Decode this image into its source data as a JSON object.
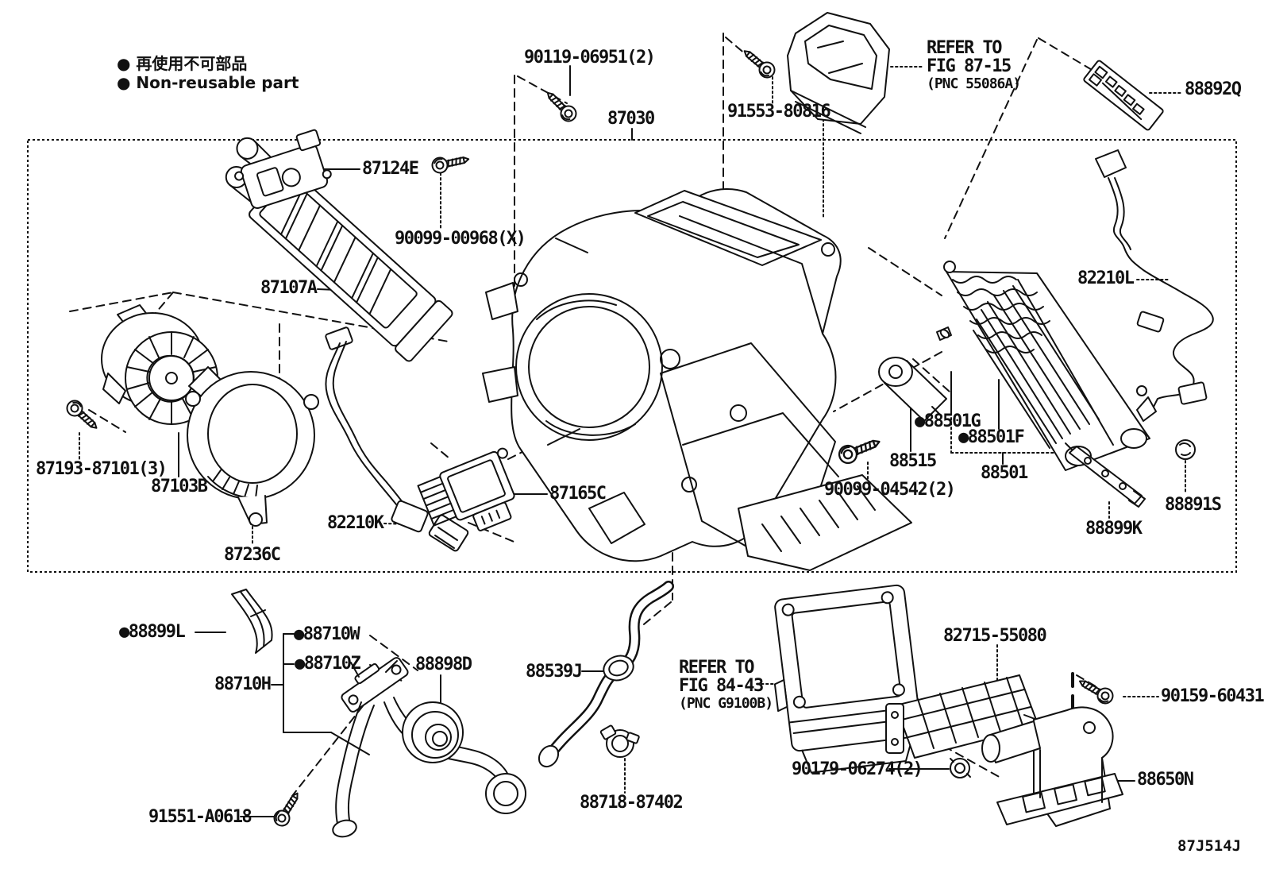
{
  "legend": {
    "jp": "● 再使用不可部品",
    "en": "● Non-reusable part"
  },
  "refer_fig_87": {
    "line1": "REFER TO",
    "line2": "FIG 87-15",
    "line3": "(PNC 55086A)"
  },
  "refer_fig_84": {
    "line1": "REFER TO",
    "line2": "FIG 84-43",
    "line3": "(PNC G9100B)"
  },
  "figure_code": "87J514J",
  "parts": {
    "p90119": "90119-06951(2)",
    "p87030": "87030",
    "p91553": "91553-80816",
    "p88892q": "88892Q",
    "p87124e": "87124E",
    "p90099x": "90099-00968(X)",
    "p87107a": "87107A",
    "p82210l": "82210L",
    "p87193": "87193-87101(3)",
    "p87103b": "87103B",
    "p82210k": "82210K",
    "p87236c": "87236C",
    "p87165c": "87165C",
    "p88501g": "●88501G",
    "p88501f": "●88501F",
    "p88515": "88515",
    "p90099_2": "90099-04542(2)",
    "p88501": "88501",
    "p88891s": "88891S",
    "p88899k": "88899K",
    "p88899l": "●88899L",
    "p88710w": "●88710W",
    "p88710z": "●88710Z",
    "p88710h": "88710H",
    "p88898d": "88898D",
    "p88539j": "88539J",
    "p82715": "82715-55080",
    "p90159": "90159-60431",
    "p90179": "90179-06274(2)",
    "p88650n": "88650N",
    "p88718": "88718-87402",
    "p91551": "91551-A0618"
  },
  "colors": {
    "ink": "#111111",
    "background": "#ffffff"
  }
}
